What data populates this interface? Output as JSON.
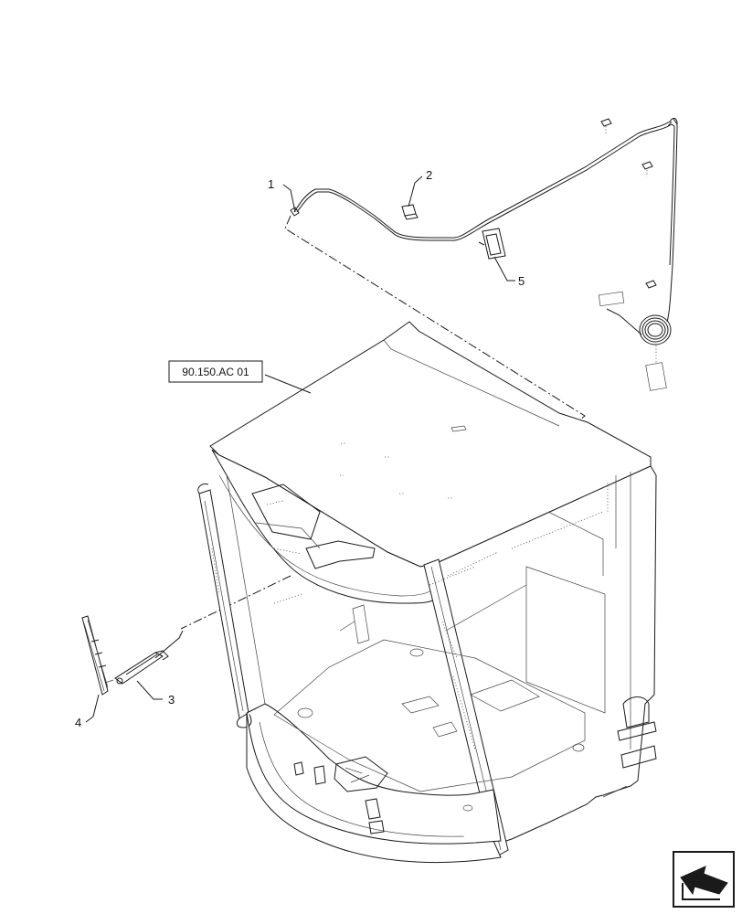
{
  "callouts": [
    {
      "id": "callout-1",
      "label": "1"
    },
    {
      "id": "callout-2",
      "label": "2"
    },
    {
      "id": "callout-3",
      "label": "3"
    },
    {
      "id": "callout-4",
      "label": "4"
    },
    {
      "id": "callout-5",
      "label": "5"
    }
  ],
  "reference_box": {
    "label": "90.150.AC 01"
  },
  "nav_icon": {
    "name": "next-page-arrow-icon"
  },
  "colors": {
    "line": "#1a1a1a",
    "background": "#ffffff"
  }
}
